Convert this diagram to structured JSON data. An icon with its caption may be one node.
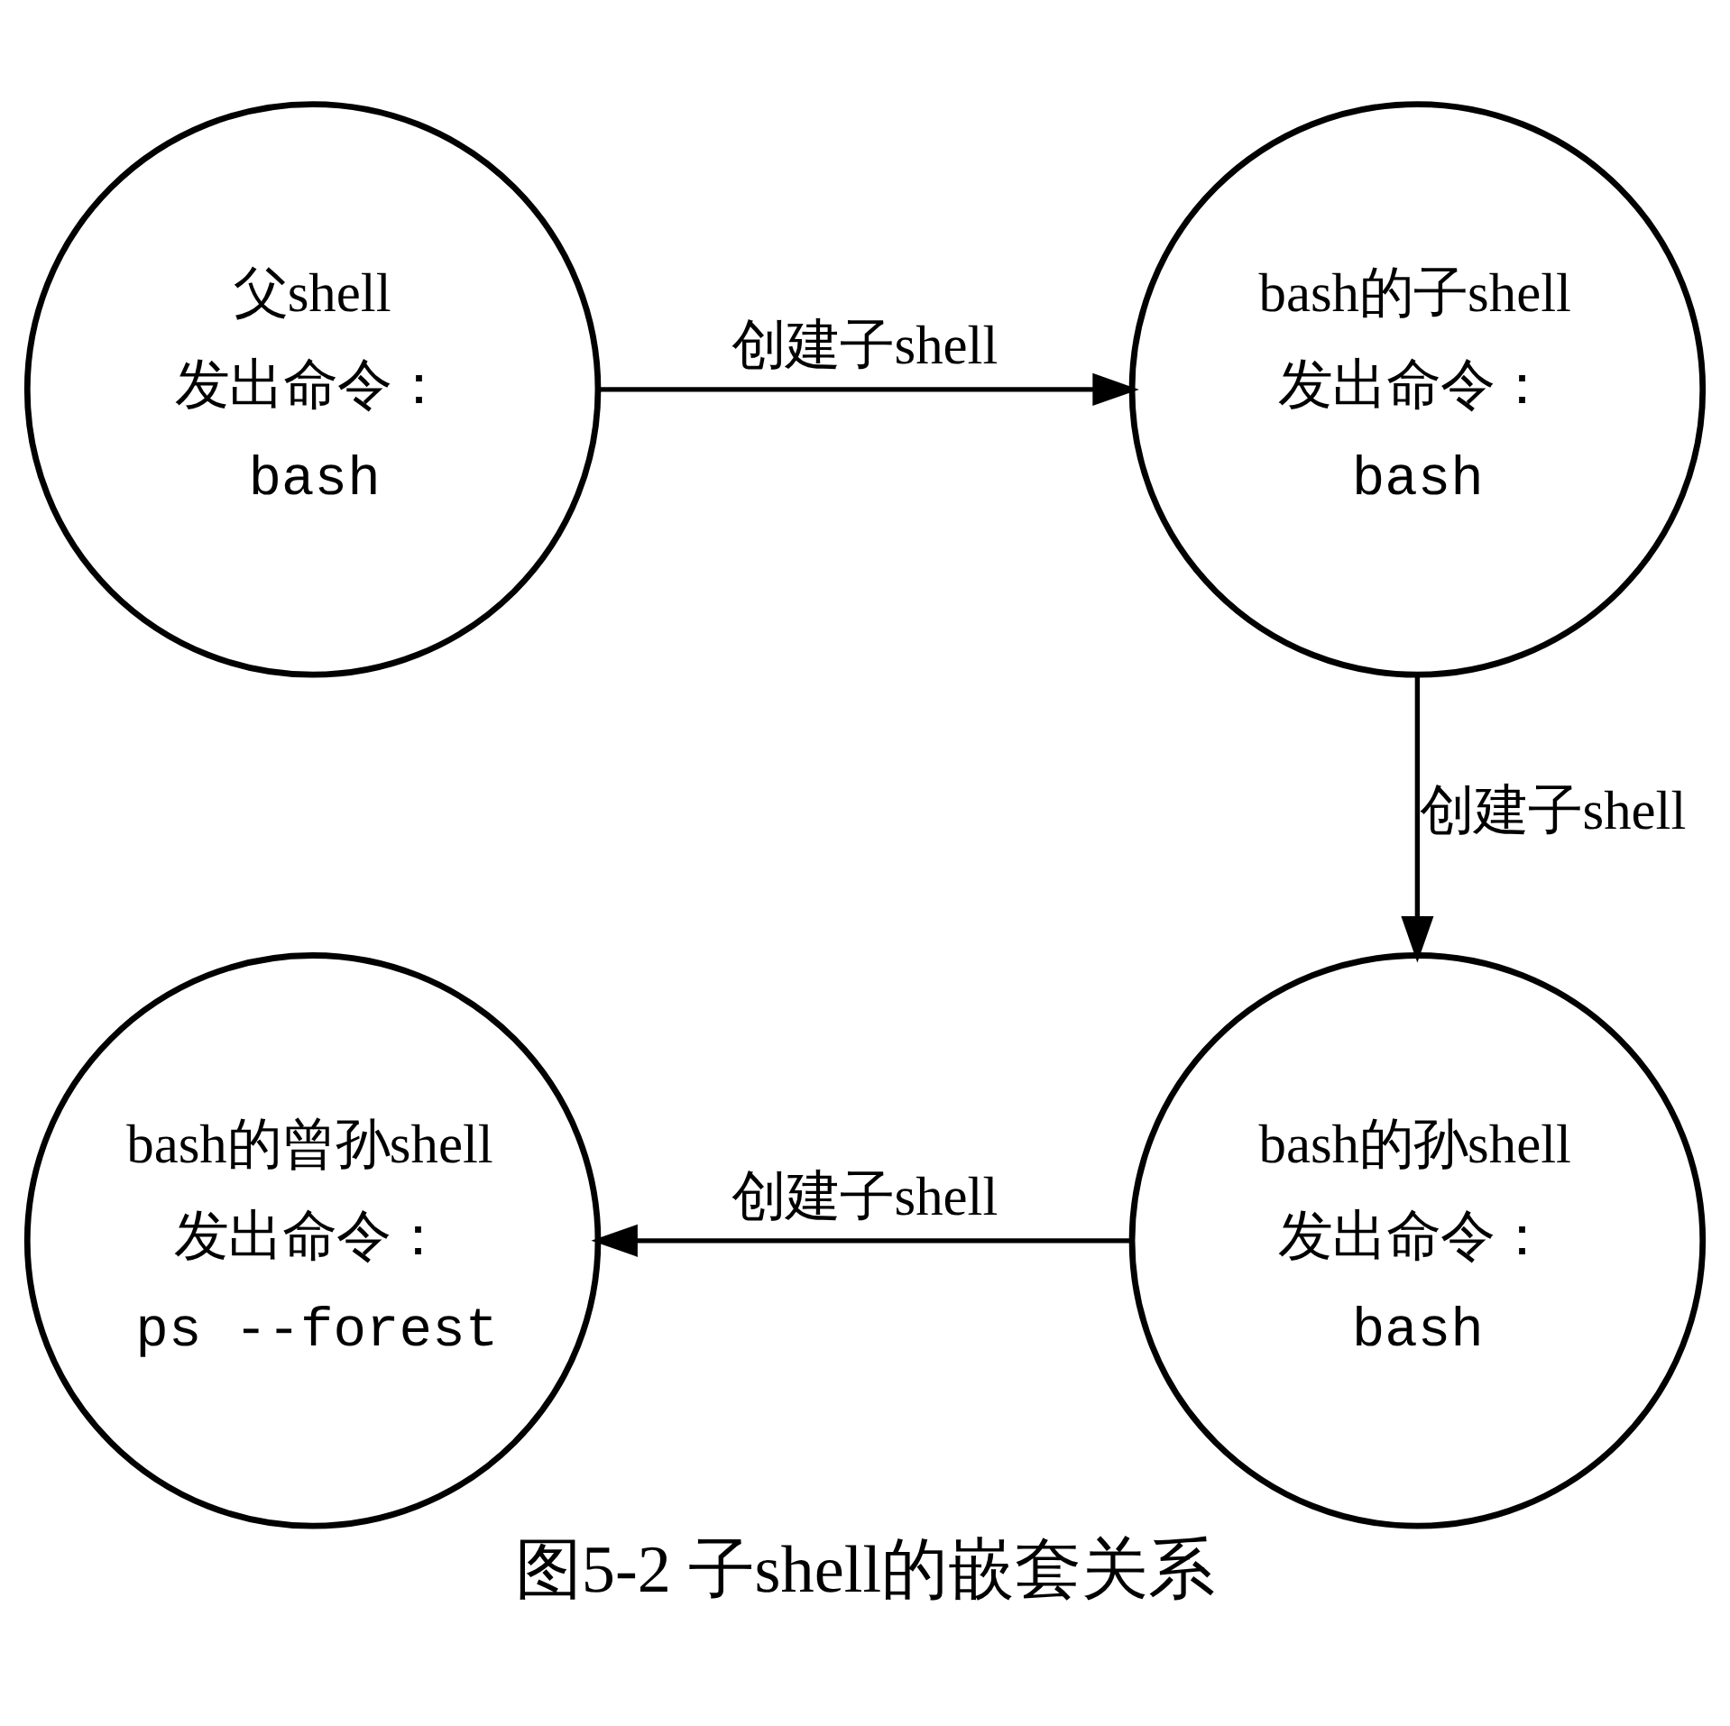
{
  "diagram": {
    "caption": "图5-2 子shell的嵌套关系",
    "nodes": [
      {
        "text": [
          "父shell",
          "发出命令：",
          "bash"
        ]
      },
      {
        "text": [
          "bash的子shell",
          "发出命令：",
          "bash"
        ]
      },
      {
        "text": [
          "bash的孙shell",
          "发出命令：",
          "bash"
        ]
      },
      {
        "text": [
          "bash的曾孙shell",
          "发出命令：",
          "ps --forest"
        ]
      }
    ],
    "edges": [
      {
        "from": 0,
        "to": 1,
        "arrow": "to",
        "label": "创建子shell"
      },
      {
        "from": 1,
        "to": 2,
        "arrow": "to",
        "label": "创建子shell"
      },
      {
        "from": 2,
        "to": 3,
        "arrow": "to",
        "label": "创建子shell"
      }
    ]
  }
}
